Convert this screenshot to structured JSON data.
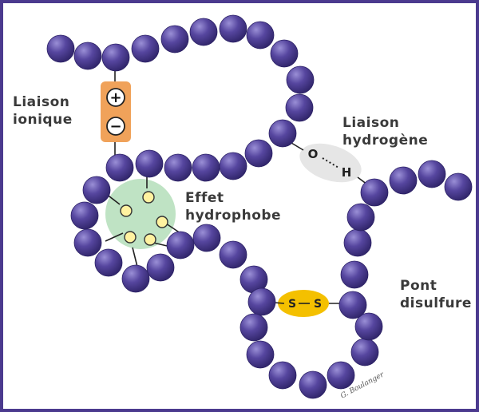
{
  "labels": {
    "ionic": {
      "line1": "Liaison",
      "line2": "ionique"
    },
    "hydrogen": {
      "line1": "Liaison",
      "line2": "hydrogène"
    },
    "hydrophobic": {
      "line1": "Effet",
      "line2": "hydrophobe"
    },
    "disulfide": {
      "line1": "Pont",
      "line2": "disulfure"
    }
  },
  "bond_symbols": {
    "plus": "+",
    "minus": "−",
    "oxygen": "O",
    "hydrogen": "H",
    "sulfur_1": "S",
    "sulfur_2": "S"
  },
  "signature": "G. Boulanger",
  "colors": {
    "frame": "#4b3a8e",
    "bead": "#4f3f96",
    "bead_highlight": "#8f82cc",
    "ionic_box": "#f0a25a",
    "hydrophobic_zone": "#bfe3c4",
    "hydrophobic_bead": "#fff2a0",
    "hydrogen_zone": "#e3e3e3",
    "disulfide_zone": "#f4c000"
  }
}
